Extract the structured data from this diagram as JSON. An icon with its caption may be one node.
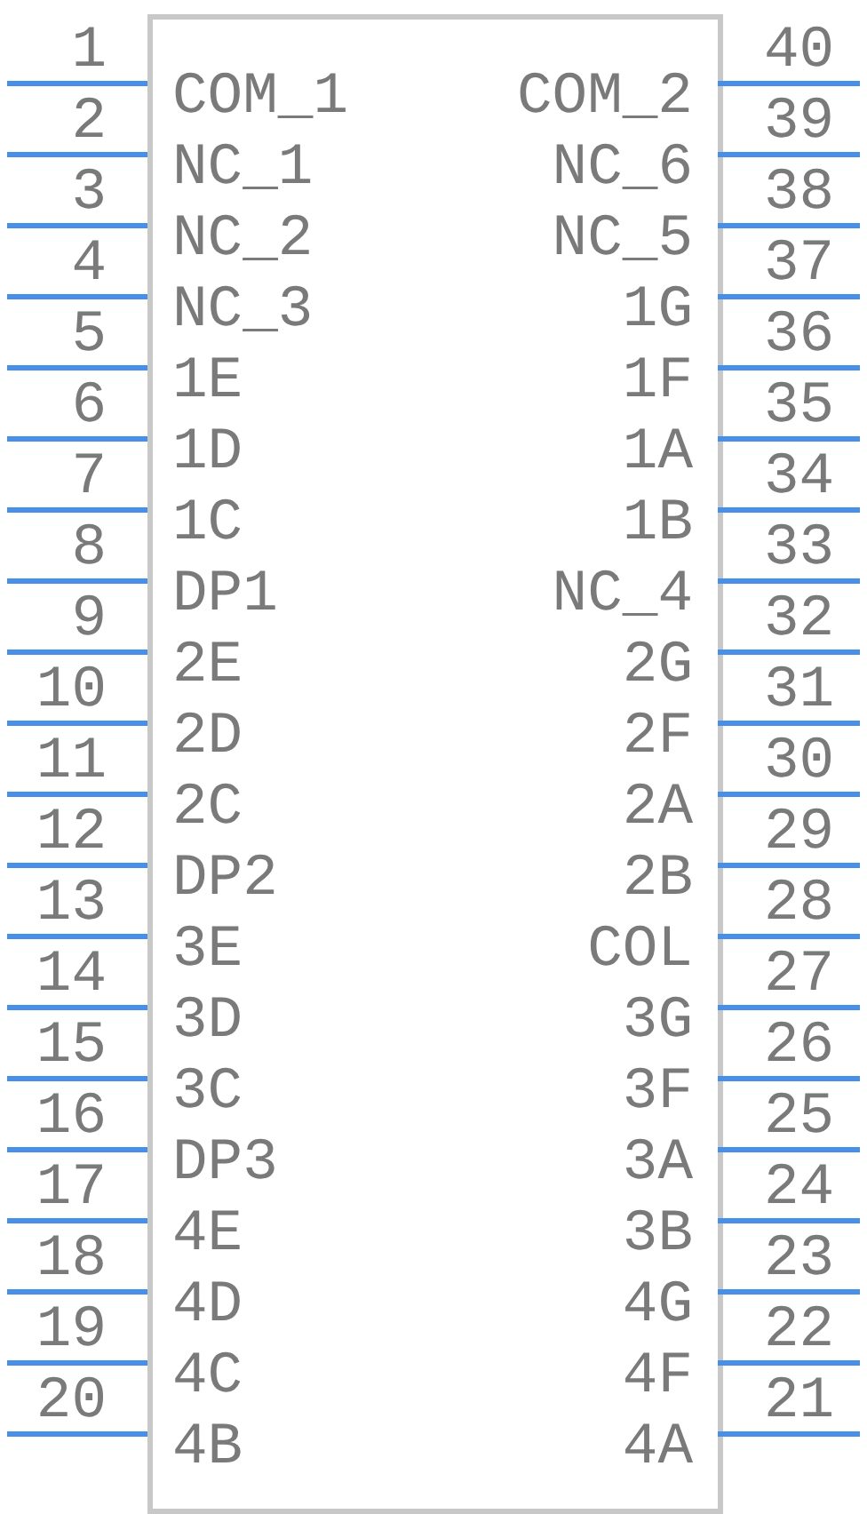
{
  "diagram": {
    "labels": [
      "1",
      "COM_1",
      "COM_2",
      "40",
      "2",
      "NC_1",
      "NC_6",
      "39",
      "3",
      "NC_2",
      "NC_5",
      "38",
      "4",
      "NC_3",
      "1G",
      "37",
      "5",
      "1E",
      "1F",
      "36",
      "6",
      "1D",
      "1A",
      "35",
      "7",
      "1C",
      "1B",
      "34",
      "8",
      "DP1",
      "NC_4",
      "33",
      "9",
      "2E",
      "2G",
      "32",
      "10",
      "2D",
      "2F",
      "31",
      "11",
      "2C",
      "2A",
      "30",
      "12",
      "DP2",
      "2B",
      "29",
      "13",
      "3E",
      "COL",
      "28",
      "14",
      "3D",
      "3G",
      "27",
      "15",
      "3C",
      "3F",
      "26",
      "16",
      "DP3",
      "3A",
      "25",
      "17",
      "4E",
      "3B",
      "24",
      "18",
      "4D",
      "4G",
      "23",
      "19",
      "4C",
      "4F",
      "22",
      "20",
      "4B",
      "4A",
      "21"
    ]
  }
}
